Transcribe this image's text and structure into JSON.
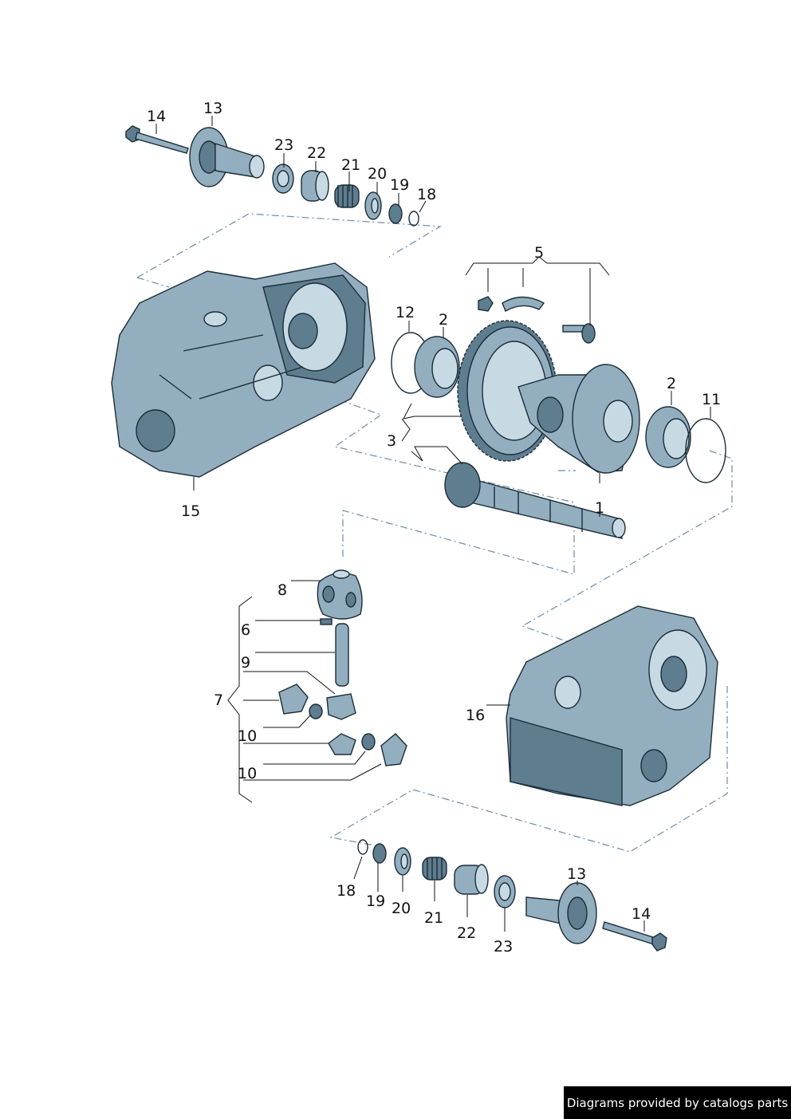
{
  "credit": "Diagrams provided by catalogs parts",
  "callouts": {
    "top_assembly": [
      "14",
      "13",
      "23",
      "22",
      "21",
      "20",
      "19",
      "18"
    ],
    "housing_group": [
      "15",
      "12",
      "2",
      "5",
      "2",
      "11",
      "3",
      "1"
    ],
    "differential_group": [
      "8",
      "6",
      "9",
      "7",
      "10",
      "10"
    ],
    "rear_housing": [
      "16"
    ],
    "bottom_assembly": [
      "18",
      "19",
      "20",
      "21",
      "22",
      "23",
      "13",
      "14"
    ]
  },
  "colors": {
    "part_fill": "#93afbf",
    "part_dark": "#5e7d8f",
    "part_light": "#c7dae3",
    "outline": "#1c2c38",
    "dash_line": "#6f8aa3",
    "credit_bg": "#000000",
    "credit_text": "#ffffff"
  }
}
